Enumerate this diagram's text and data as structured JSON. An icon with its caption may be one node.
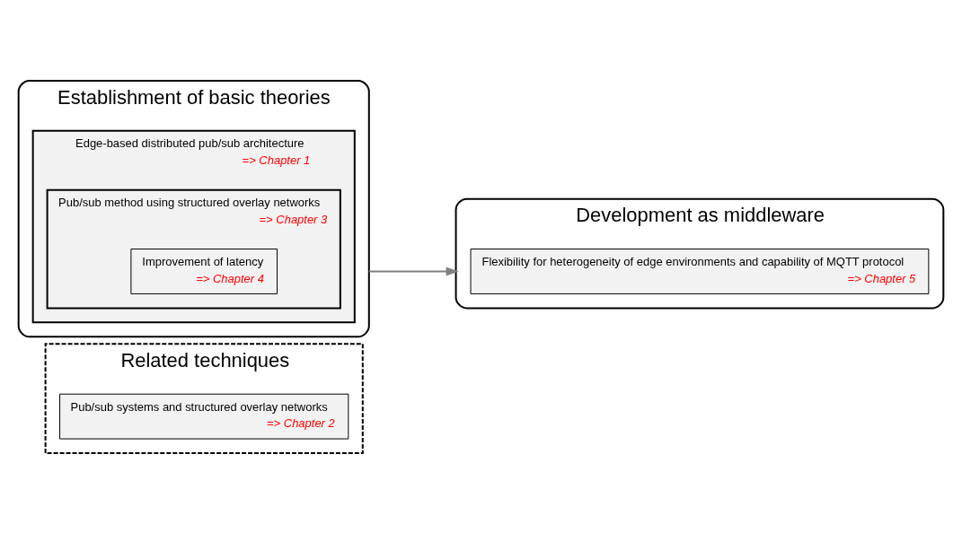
{
  "diagram": {
    "nodes": [
      {
        "text": [
          "Establishment of basic theories"
        ]
      },
      {
        "text": [
          "Edge-based distributed pub/sub architecture",
          "=> Chapter 1"
        ],
        "in": 0
      },
      {
        "text": [
          "Pub/sub method using structured overlay networks",
          "=> Chapter 3"
        ],
        "in": 1
      },
      {
        "text": [
          "Improvement of latency",
          "=> Chapter 4"
        ],
        "in": 2
      },
      {
        "text": [
          "Development as middleware"
        ]
      },
      {
        "text": [
          "Flexibility for heterogeneity of edge environments and capability of MQTT protocol",
          "=> Chapter 5"
        ],
        "in": 4
      },
      {
        "text": [
          "Related techniques"
        ]
      },
      {
        "text": [
          "Pub/sub systems and structured overlay networks",
          "=> Chapter 2"
        ],
        "in": 6
      }
    ],
    "edges": [
      {
        "from": 0,
        "to": 4,
        "arrow": "to",
        "color": "#808080"
      }
    ]
  }
}
